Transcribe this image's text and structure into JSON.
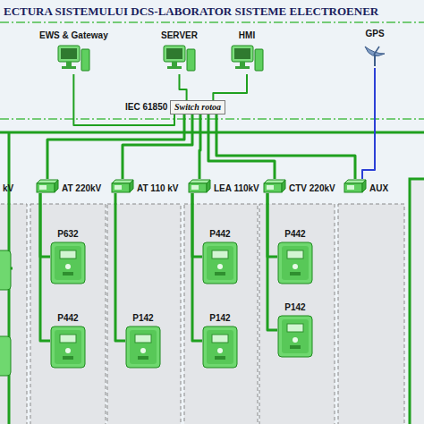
{
  "diagram": {
    "title": "ECTURA SISTEMULUI DCS-LABORATOR SISTEME ELECTROENER",
    "nodes": [
      {
        "text": [
          "EWS & Gateway"
        ]
      },
      {
        "text": [
          "SERVER"
        ]
      },
      {
        "text": [
          "HMI"
        ]
      },
      {
        "text": [
          "GPS"
        ]
      },
      {
        "text": [
          "Switch rotoa"
        ]
      },
      {
        "text": [
          "AT 220kV"
        ]
      },
      {
        "text": [
          "AT 110 kV"
        ]
      },
      {
        "text": [
          "LEA 110kV"
        ]
      },
      {
        "text": [
          "CTV 220kV"
        ]
      },
      {
        "text": [
          "AUX"
        ]
      },
      {
        "text": [
          "P632"
        ]
      },
      {
        "text": [
          "P442"
        ]
      },
      {
        "text": [
          "P142"
        ]
      },
      {
        "text": [
          "P442"
        ]
      },
      {
        "text": [
          "P142"
        ]
      },
      {
        "text": [
          "P442"
        ]
      },
      {
        "text": [
          "P142"
        ]
      }
    ],
    "edges": [
      {
        "from": 0,
        "to": 4,
        "arrow": "none"
      },
      {
        "from": 1,
        "to": 4,
        "arrow": "none"
      },
      {
        "from": 2,
        "to": 4,
        "arrow": "none"
      },
      {
        "from": 4,
        "to": 5,
        "arrow": "none"
      },
      {
        "from": 4,
        "to": 6,
        "arrow": "none"
      },
      {
        "from": 4,
        "to": 7,
        "arrow": "none"
      },
      {
        "from": 4,
        "to": 8,
        "arrow": "none"
      },
      {
        "from": 4,
        "to": 9,
        "arrow": "none"
      },
      {
        "from": 3,
        "to": 9,
        "arrow": "none"
      },
      {
        "from": 5,
        "to": 10,
        "arrow": "none"
      },
      {
        "from": 5,
        "to": 11,
        "arrow": "none"
      },
      {
        "from": 6,
        "to": 12,
        "arrow": "none"
      },
      {
        "from": 7,
        "to": 13,
        "arrow": "none"
      },
      {
        "from": 7,
        "to": 14,
        "arrow": "none"
      },
      {
        "from": 8,
        "to": 15,
        "arrow": "none"
      },
      {
        "from": 8,
        "to": 16,
        "arrow": "none"
      }
    ],
    "labels": [
      "IEC 61850",
      "kV"
    ]
  }
}
